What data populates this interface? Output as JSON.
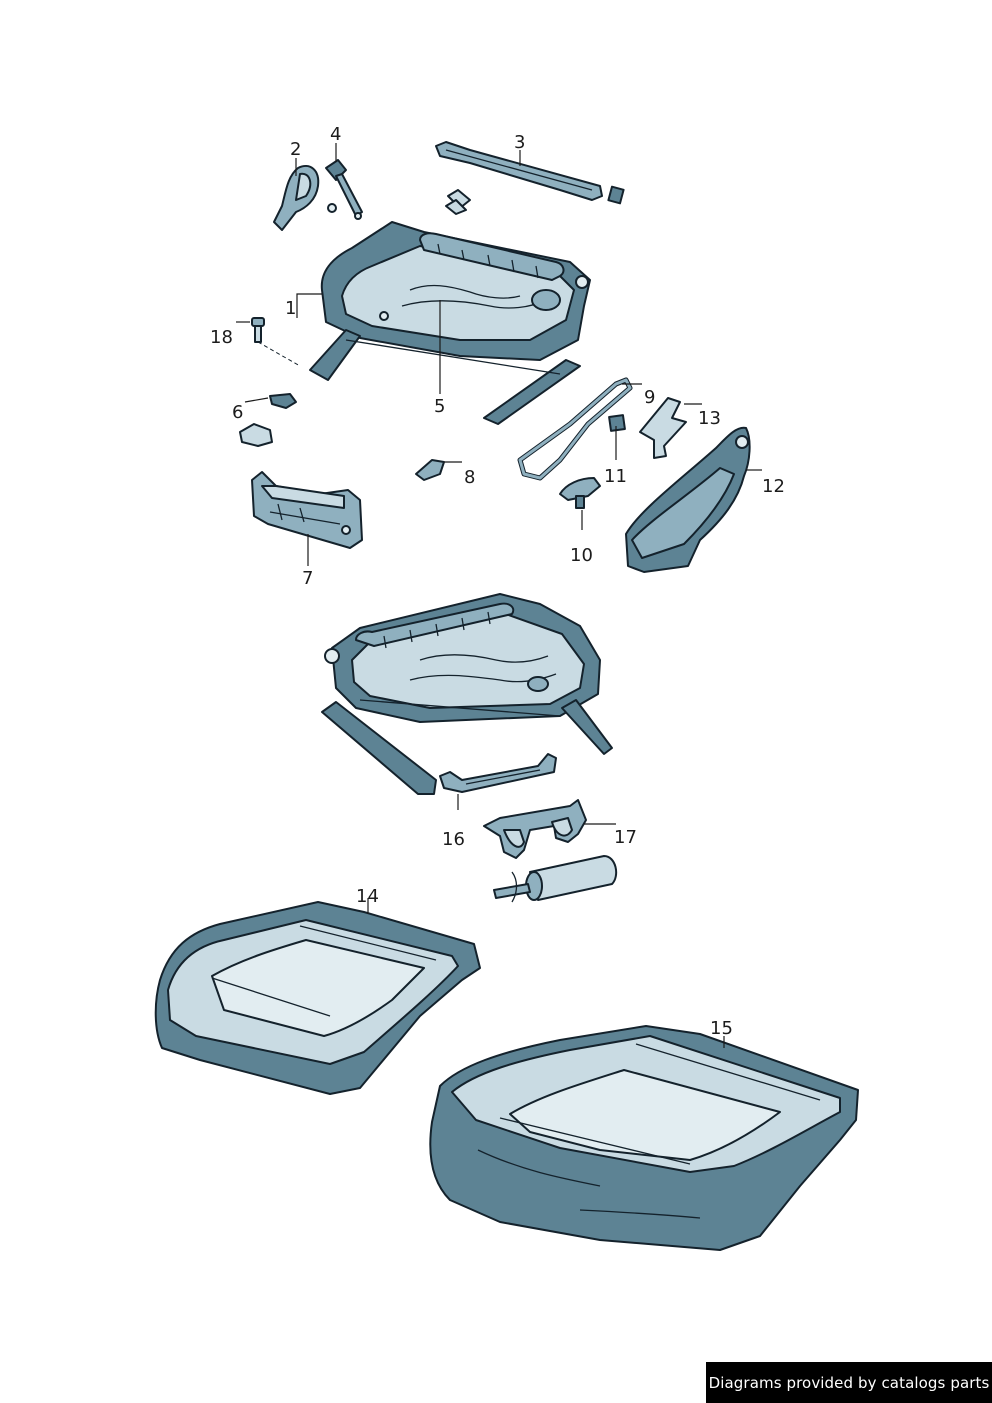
{
  "diagram": {
    "callouts": [
      {
        "id": "1",
        "label": "1"
      },
      {
        "id": "2",
        "label": "2"
      },
      {
        "id": "3",
        "label": "3"
      },
      {
        "id": "4",
        "label": "4"
      },
      {
        "id": "5",
        "label": "5"
      },
      {
        "id": "6",
        "label": "6"
      },
      {
        "id": "7",
        "label": "7"
      },
      {
        "id": "8",
        "label": "8"
      },
      {
        "id": "9",
        "label": "9"
      },
      {
        "id": "10",
        "label": "10"
      },
      {
        "id": "11",
        "label": "11"
      },
      {
        "id": "12",
        "label": "12"
      },
      {
        "id": "13",
        "label": "13"
      },
      {
        "id": "14",
        "label": "14"
      },
      {
        "id": "15",
        "label": "15"
      },
      {
        "id": "16",
        "label": "16"
      },
      {
        "id": "17",
        "label": "17"
      },
      {
        "id": "18",
        "label": "18"
      }
    ]
  },
  "footer": {
    "credit": "Diagrams provided by catalogs parts"
  },
  "colors": {
    "part_light": "#c9dbe3",
    "part_mid": "#8fb0bf",
    "part_dark": "#5d8394",
    "outline": "#14222c",
    "credit_bg": "#000000"
  }
}
